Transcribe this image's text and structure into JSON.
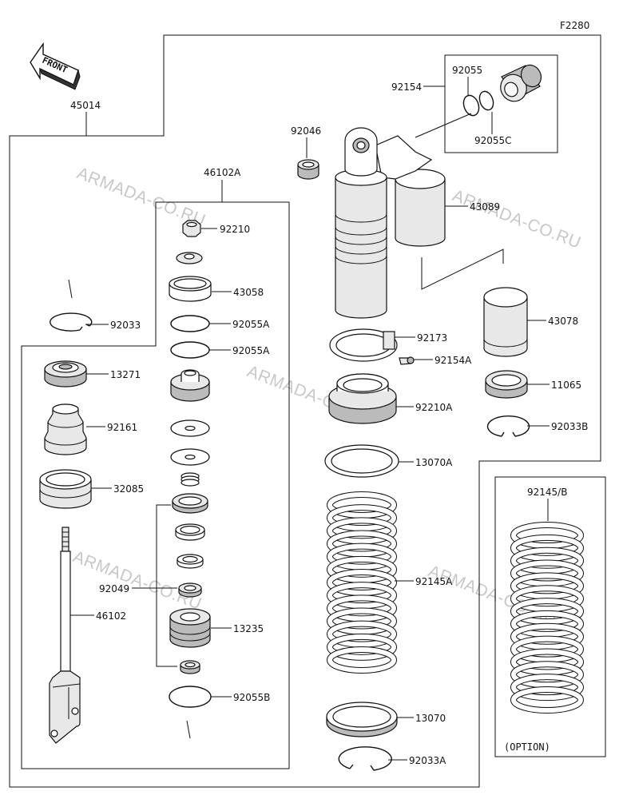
{
  "diagram_code": "F2280",
  "front_label": "FRONT",
  "watermark": "ARMADA-CO.RU",
  "option_label": "(OPTION)",
  "callouts": {
    "c45014": "45014",
    "c46102A": "46102A",
    "c92210": "92210",
    "c43058": "43058",
    "c92055A_1": "92055A",
    "c92055A_2": "92055A",
    "c92033": "92033",
    "c13271": "13271",
    "c92161": "92161",
    "c32085": "32085",
    "c92049": "92049",
    "c46102": "46102",
    "c13235": "13235",
    "c92055B": "92055B",
    "c92154": "92154",
    "c92055": "92055",
    "c92055C": "92055C",
    "c92046": "92046",
    "c43089": "43089",
    "c43078": "43078",
    "c92173": "92173",
    "c92154A": "92154A",
    "c11065": "11065",
    "c92210A": "92210A",
    "c92033B": "92033B",
    "c13070A": "13070A",
    "c92145A": "92145A",
    "c92145B": "92145/B",
    "c13070": "13070",
    "c92033A": "92033A"
  }
}
